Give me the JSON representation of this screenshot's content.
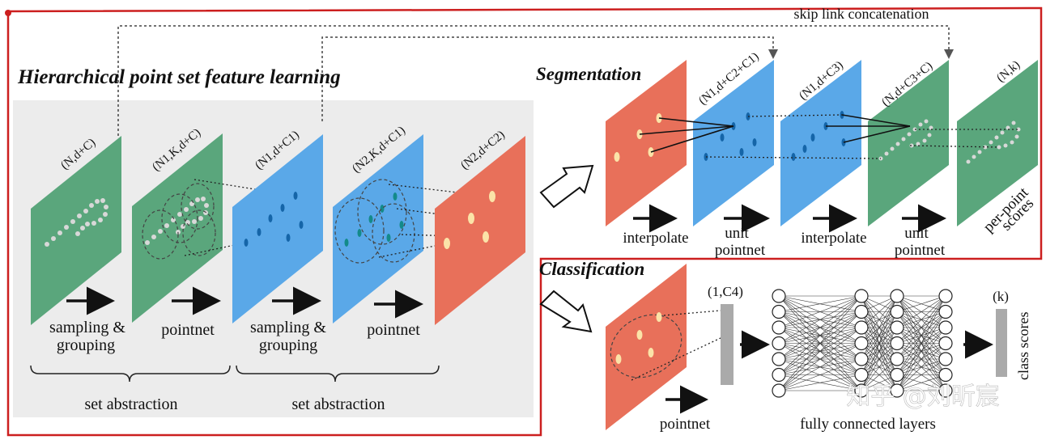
{
  "titles": {
    "hierarchical": "Hierarchical point set feature learning",
    "segmentation": "Segmentation",
    "classification": "Classification",
    "skip_link": "skip link concatenation"
  },
  "learning": {
    "planes": [
      {
        "label": "(N,d+C)",
        "color": "#5aa67c"
      },
      {
        "label": "(N1,K,d+C)",
        "color": "#5aa67c"
      },
      {
        "label": "(N1,d+C1)",
        "color": "#5aa8e8"
      },
      {
        "label": "(N2,K,d+C1)",
        "color": "#5aa8e8"
      },
      {
        "label": "(N2,d+C2)",
        "color": "#e8705a"
      }
    ],
    "steps": [
      {
        "line1": "sampling &",
        "line2": "grouping"
      },
      {
        "line1": "pointnet"
      },
      {
        "line1": "sampling &",
        "line2": "grouping"
      },
      {
        "line1": "pointnet"
      }
    ],
    "braces": [
      "set abstraction",
      "set abstraction"
    ]
  },
  "segmentation": {
    "planes": [
      {
        "label": "",
        "color": "#e8705a"
      },
      {
        "label": "(N1,d+C2+C1)",
        "color": "#5aa8e8"
      },
      {
        "label": "(N1,d+C3)",
        "color": "#5aa8e8"
      },
      {
        "label": "(N,d+C3+C)",
        "color": "#5aa67c"
      },
      {
        "label": "(N,k)",
        "color": "#5aa67c"
      }
    ],
    "steps": [
      {
        "line1": "interpolate"
      },
      {
        "line1": "unit",
        "line2": "pointnet"
      },
      {
        "line1": "interpolate"
      },
      {
        "line1": "unit",
        "line2": "pointnet"
      }
    ],
    "output_label_line1": "per-point",
    "output_label_line2": "scores"
  },
  "classification": {
    "vector_label": "(1,C4)",
    "output_label": "(k)",
    "class_scores": "class scores",
    "pointnet": "pointnet",
    "fc_label": "fully connected layers"
  },
  "watermark": "知乎 @刘昕宸",
  "colors": {
    "frame": "#cc1f1f",
    "panel_bg": "#ececec",
    "green": "#5aa67c",
    "blue": "#5aa8e8",
    "red": "#e8705a",
    "point_light": "#d8d8d8",
    "point_blue": "#1565a8",
    "point_teal": "#138a8a",
    "point_cream": "#fbe3a8",
    "gray_vector": "#aaaaaa"
  }
}
